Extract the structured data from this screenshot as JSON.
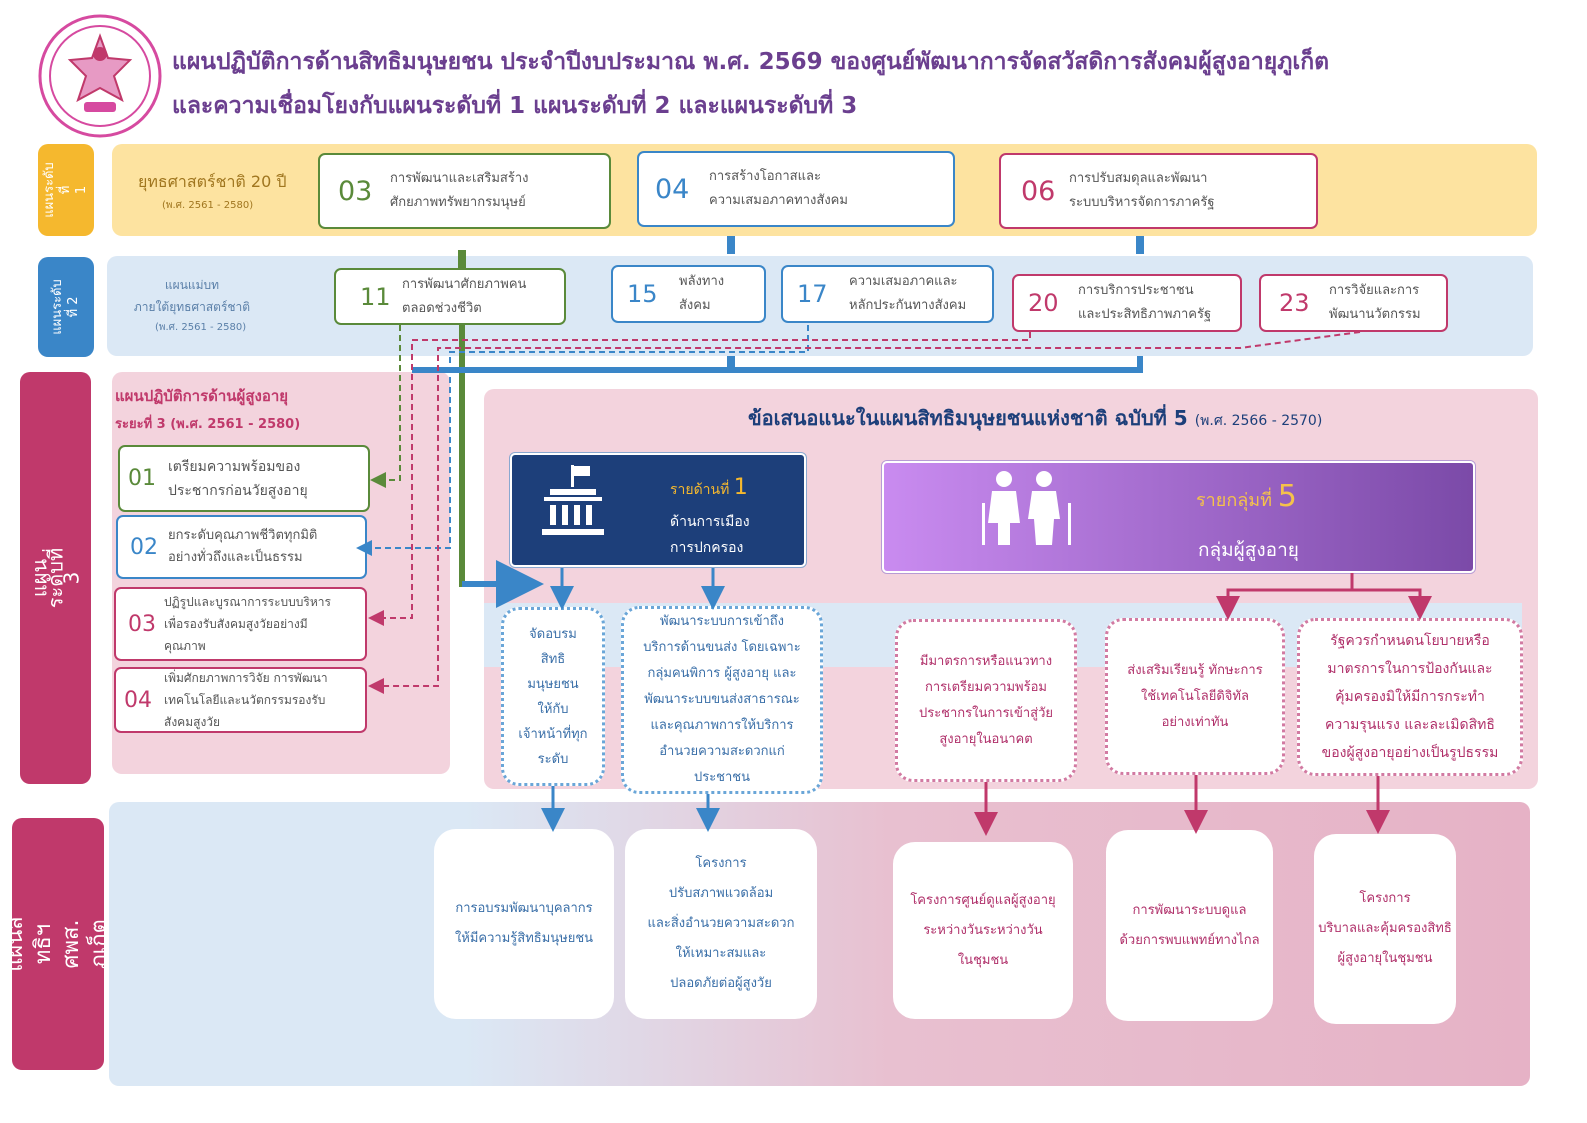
{
  "header": {
    "title_line1": "แผนปฏิบัติการด้านสิทธิมนุษยชน ประจำปีงบประมาณ พ.ศ. 2569 ของศูนย์พัฒนาการจัดสวัสดิการสังคมผู้สูงอายุภูเก็ต",
    "title_line2": "และความเชื่อมโยงกับแผนระดับที่ 1 แผนระดับที่ 2 และแผนระดับที่ 3"
  },
  "level1": {
    "side_label": "แผนระดับที่\n1",
    "heading": "ยุทธศาสตร์ชาติ 20 ปี",
    "sub": "(พ.ศ. 2561 - 2580)",
    "items": [
      {
        "num": "03",
        "text": "การพัฒนาและเสริมสร้าง\nศักยภาพทรัพยากรมนุษย์"
      },
      {
        "num": "04",
        "text": "การสร้างโอกาสและ\nความเสมอภาคทางสังคม"
      },
      {
        "num": "06",
        "text": "การปรับสมดุลและพัฒนา\nระบบบริหารจัดการภาครัฐ"
      }
    ]
  },
  "level2": {
    "side_label": "แผนระดับที่ 2",
    "heading": "แผนแม่บท\nภายใต้ยุทธศาสตร์ชาติ",
    "sub": "(พ.ศ. 2561 - 2580)",
    "items": [
      {
        "num": "11",
        "text": "การพัฒนาศักยภาพคน\nตลอดช่วงชีวิต"
      },
      {
        "num": "15",
        "text": "พลังทาง\nสังคม"
      },
      {
        "num": "17",
        "text": "ความเสมอภาคและ\nหลักประกันทางสังคม"
      },
      {
        "num": "20",
        "text": "การบริการประชาชน\nและประสิทธิภาพภาครัฐ"
      },
      {
        "num": "23",
        "text": "การวิจัยและการ\nพัฒนานวัตกรรม"
      }
    ]
  },
  "level3": {
    "side_label": "แผนระดับที่ 3",
    "heading_line1": "แผนปฏิบัติการด้านผู้สูงอายุ",
    "heading_line2": "ระยะที่ 3 (พ.ศ. 2561 - 2580)",
    "items": [
      {
        "num": "01",
        "text": "เตรียมความพร้อมของ\nประชากรก่อนวัยสูงอายุ"
      },
      {
        "num": "02",
        "text": "ยกระดับคุณภาพชีวิตทุกมิติ\nอย่างทั่วถึงและเป็นธรรม"
      },
      {
        "num": "03",
        "text": "ปฏิรูปและบูรณาการระบบบริหาร\nเพื่อรองรับสังคมสูงวัยอย่างมี\nคุณภาพ"
      },
      {
        "num": "04",
        "text": "เพิ่มศักยภาพการวิจัย การพัฒนา\nเทคโนโลยีและนวัตกรรมรองรับ\nสังคมสูงวัย"
      }
    ],
    "nhrp": {
      "title": "ข้อเสนอแนะในแผนสิทธิมนุษยชนแห่งชาติ ฉบับที่ 5",
      "title_sub": "(พ.ศ. 2566 - 2570)",
      "aspect": {
        "prefix": "รายด้านที่",
        "num": "1",
        "line1": "ด้านการเมือง",
        "line2": "การปกครอง"
      },
      "group": {
        "prefix": "รายกลุ่มที่",
        "num": "5",
        "name": "กลุ่มผู้สูงอายุ"
      },
      "recommendations": [
        "จัดอบรม\nสิทธิ\nมนุษยชน\nให้กับ\nเจ้าหน้าที่ทุก\nระดับ",
        "พัฒนาระบบการเข้าถึง\nบริการด้านขนส่ง โดยเฉพาะ\nกลุ่มคนพิการ ผู้สูงอายุ และ\nพัฒนาระบบขนส่งสาธารณะ\nและคุณภาพการให้บริการ\nอำนวยความสะดวกแก่\nประชาชน",
        "มีมาตรการหรือแนวทาง\nการเตรียมความพร้อม\nประชากรในการเข้าสู่วัย\nสูงอายุในอนาคต",
        "ส่งเสริมเรียนรู้ ทักษะการ\nใช้เทคโนโลยีดิจิทัล\nอย่างเท่าทัน",
        "รัฐควรกำหนดนโยบายหรือ\nมาตรการในการป้องกันและ\nคุ้มครองมิให้มีการกระทำ\nความรุนแรง และละเมิดสิทธิ\nของผู้สูงอายุอย่างเป็นรูปธรรม"
      ]
    }
  },
  "center_plan": {
    "side_label": "แผนสิทธิฯ ศพส.\nภูเก็ต",
    "projects": [
      "การอบรมพัฒนาบุคลากร\nให้มีความรู้สิทธิมนุษยชน",
      "โครงการ\nปรับสภาพแวดล้อม\nและสิ่งอำนวยความสะดวก\nให้เหมาะสมและ\nปลอดภัยต่อผู้สูงวัย",
      "โครงการศูนย์ดูแลผู้สูงอายุ\nระหว่างวันระหว่างวัน\nในชุมชน",
      "การพัฒนาระบบดูแล\nด้วยการพบแพทย์ทางไกล",
      "โครงการ\nบริบาลและคุ้มครองสิทธิ\nผู้สูงอายุในชุมชน"
    ]
  },
  "colors": {
    "green": "#5a8a3a",
    "blue": "#3a86c8",
    "magenta": "#c0396b",
    "yellow_band": "#fde3a0",
    "blue_band": "#dbe8f5",
    "pink_band": "#f3d3dd",
    "navy": "#1d3f7a",
    "purple": "#9b5fd0"
  }
}
